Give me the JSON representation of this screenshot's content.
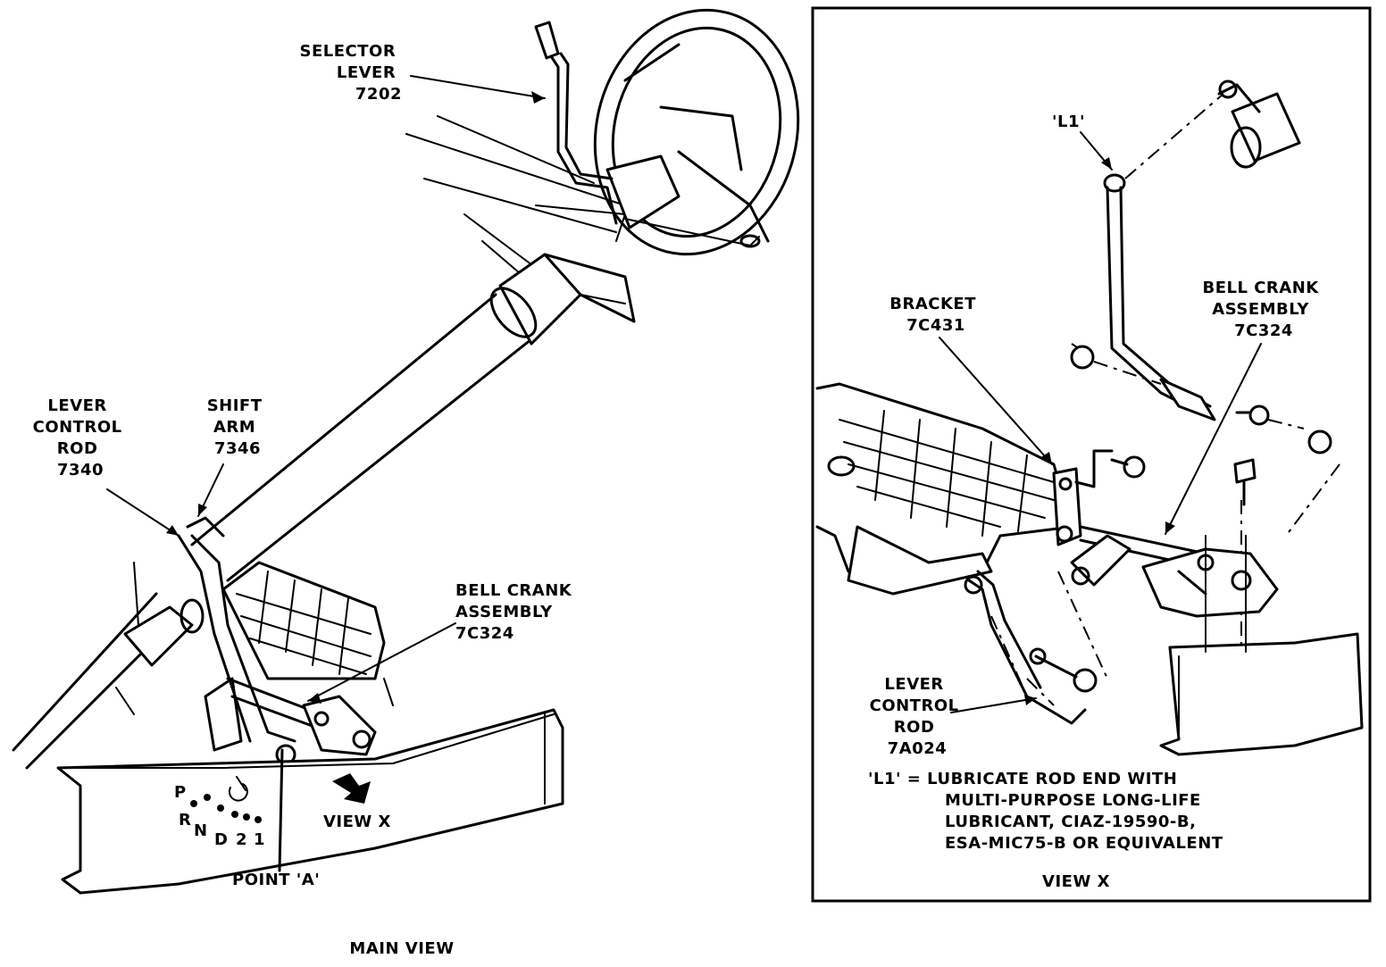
{
  "main": {
    "selector_lever": [
      "SELECTOR",
      "LEVER",
      "7202"
    ],
    "lever_control_rod": [
      "LEVER",
      "CONTROL",
      "ROD",
      "7340"
    ],
    "shift_arm": [
      "SHIFT",
      "ARM",
      "7346"
    ],
    "bell_crank": [
      "BELL CRANK",
      "ASSEMBLY",
      "7C324"
    ],
    "gear_positions": [
      "P",
      "R",
      "N",
      "D",
      "2",
      "1"
    ],
    "view_x_ref": "VIEW X",
    "point_a": "POINT 'A'",
    "caption": "MAIN VIEW"
  },
  "view_x": {
    "l1_marker": "'L1'",
    "bracket": [
      "BRACKET",
      "7C431"
    ],
    "bell_crank": [
      "BELL CRANK",
      "ASSEMBLY",
      "7C324"
    ],
    "lever_control_rod": [
      "LEVER",
      "CONTROL",
      "ROD",
      "7A024"
    ],
    "note": [
      "'L1'  =  LUBRICATE ROD END WITH",
      "MULTI-PURPOSE LONG-LIFE",
      "LUBRICANT, CIAZ-19590-B,",
      "ESA-MIC75-B OR EQUIVALENT"
    ],
    "caption": "VIEW X"
  }
}
